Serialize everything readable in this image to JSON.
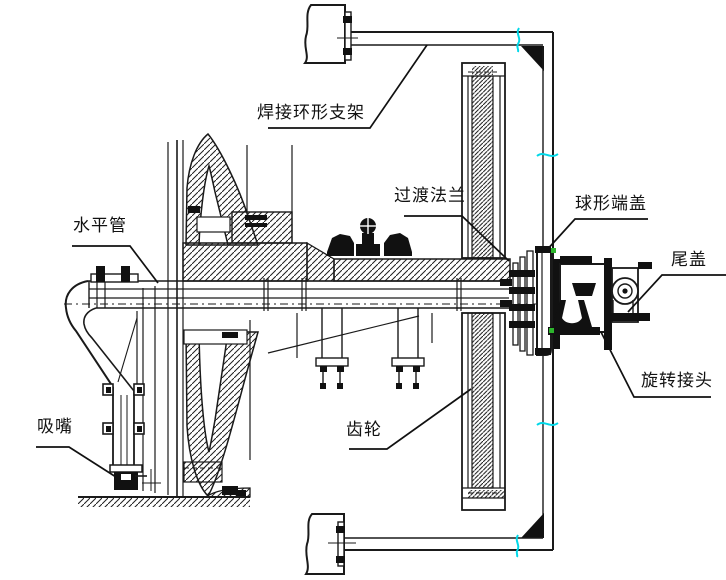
{
  "drawing": {
    "type": "mechanical-assembly-section-drawing",
    "labels": {
      "welding_ring_bracket": "焊接环形支架",
      "horizontal_pipe": "水平管",
      "transition_flange": "过渡法兰",
      "spherical_end_cap": "球形端盖",
      "tail_cover": "尾盖",
      "rotary_joint": "旋转接头",
      "gear": "齿轮",
      "suction_nozzle": "吸嘴"
    },
    "colors": {
      "line": "#1a1a1a",
      "background": "#ffffff",
      "break_mark": "#00d8e8",
      "weld_mark": "#2db52d"
    }
  }
}
